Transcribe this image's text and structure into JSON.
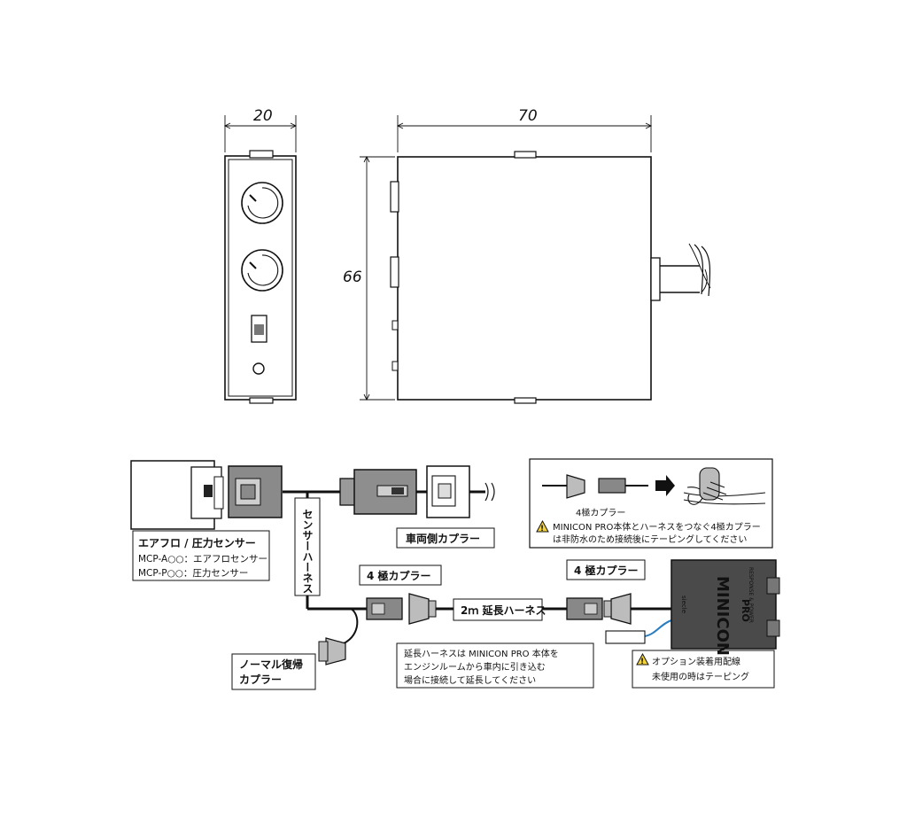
{
  "dimensions": {
    "width_side": "20",
    "width_front": "70",
    "height": "66"
  },
  "labels": {
    "airflow_title": "エアフロ / 圧力センサー",
    "mcp_a": "MCP-A○○：エアフロセンサー",
    "mcp_p": "MCP-P○○：圧力センサー",
    "sensor_harness": "センサーハーネス",
    "vehicle_coupler": "車両側カプラー",
    "coupler_4_left": "4 極カプラー",
    "coupler_4_right": "4 極カプラー",
    "extension_2m": "2ｍ 延長ハーネス",
    "normal_return_line1": "ノーマル復帰",
    "normal_return_line2": "カプラー",
    "ext_note_line1": "延長ハーネスは MINICON PRO 本体を",
    "ext_note_line2": "エンジンルームから車内に引き込む",
    "ext_note_line3": "場合に接続して延長してください",
    "option_line1": "オプション装着用配線",
    "option_line2": "未使用の時はテーピング",
    "inset_coupler": "4極カプラー",
    "inset_note_line1": "MINICON PRO本体とハーネスをつなぐ4極カプラー",
    "inset_note_line2": "は非防水のため接続後にテーピングしてください",
    "device_brand": "MINICON",
    "device_pro": "PRO",
    "device_tagline": "RESPONSE & POWER",
    "device_maker": "siecle"
  },
  "colors": {
    "line": "#111111",
    "connector_gray": "#8a8a8a",
    "device_gray": "#4a4a4a",
    "warning_yellow": "#f4d23c",
    "option_wire": "#2a7ec0"
  }
}
